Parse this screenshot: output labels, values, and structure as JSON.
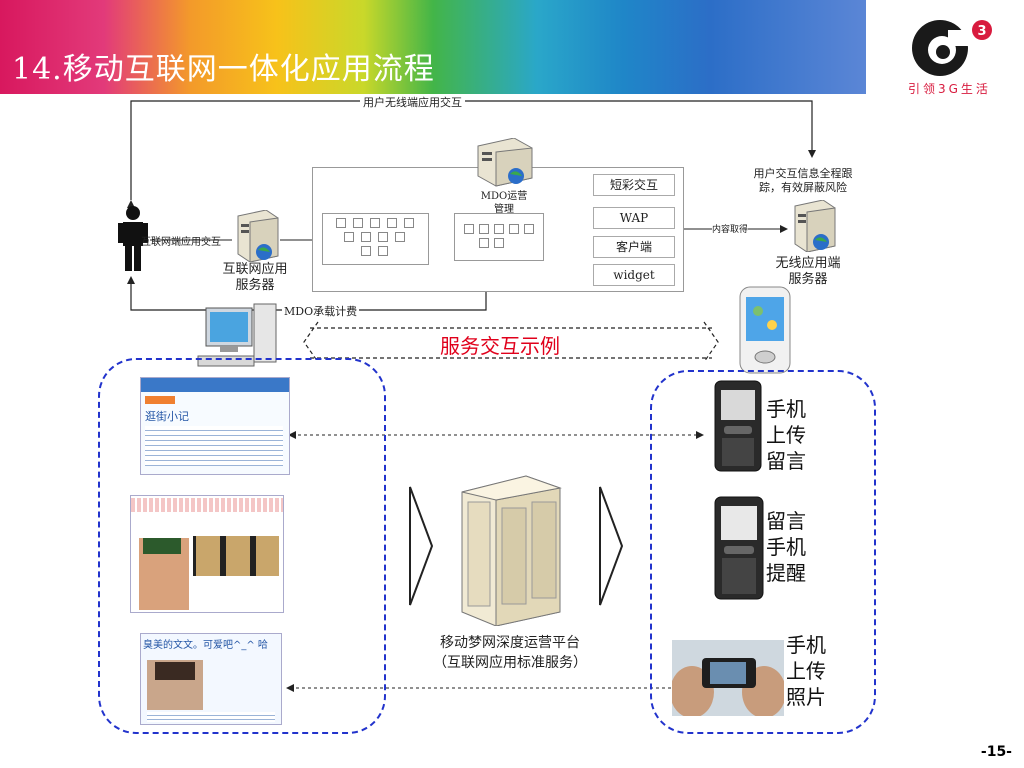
{
  "header": {
    "title": "14.移动互联网一体化应用流程",
    "logo_caption": "引领3G生活"
  },
  "diagram": {
    "top_flow": "用户无线端应用交互",
    "user_flow": "互联网端应用交互",
    "internet_server": "互联网应用\n服务器",
    "mdo_server": "MDO运营\n管理",
    "services": [
      "短彩交互",
      "WAP",
      "客户端",
      "widget"
    ],
    "content_fetch": "内容取得",
    "tracking_note": "用户交互信息全程跟\n踪，有效屏蔽风险",
    "wireless_server": "无线应用端\n服务器",
    "billing": "MDO承载计费",
    "example_title": "服务交互示例",
    "platform_title": "移动梦网深度运营平台",
    "platform_sub": "（互联网应用标准服务）",
    "phone_labels": [
      "手机\n上传\n留言",
      "留言\n手机\n提醒",
      "手机\n上传\n照片"
    ],
    "blog1_title": "逛街小记",
    "blog2_title": "臭美的文文。可爱吧^_^ 哈",
    "page_number": "-15-"
  }
}
